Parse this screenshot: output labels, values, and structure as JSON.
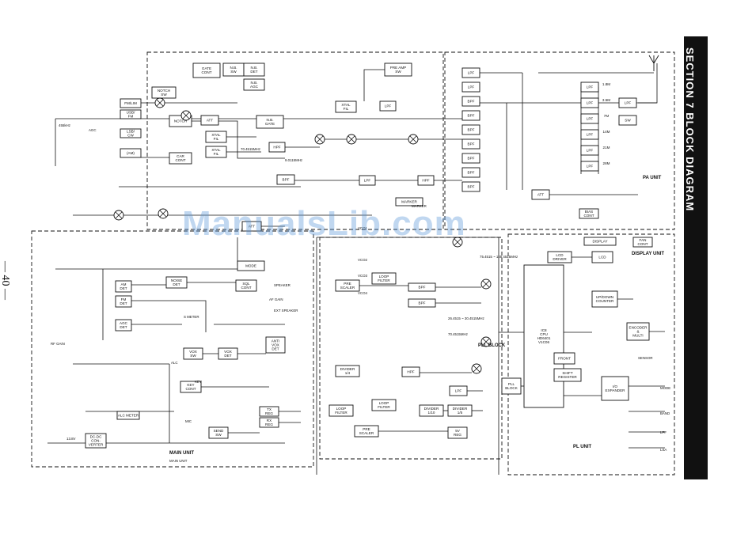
{
  "header": {
    "section_title": "SECTION 7 BLOCK DIAGRAM",
    "page_number": "— 40 —"
  },
  "watermark": "ManualsLib.com",
  "units": [
    {
      "id": "main",
      "label": "MAIN UNIT"
    },
    {
      "id": "pll",
      "label": "PLL BLOCK"
    },
    {
      "id": "pa",
      "label": "PA UNIT"
    },
    {
      "id": "pl",
      "label": "PL UNIT"
    },
    {
      "id": "display",
      "label": "DISPLAY UNIT"
    }
  ],
  "blocks": [
    {
      "id": "gate-cont",
      "lines": [
        "GATE",
        "CONT"
      ]
    },
    {
      "id": "nb-sw",
      "lines": [
        "N.B.",
        "SW"
      ]
    },
    {
      "id": "nb-det",
      "lines": [
        "N.B.",
        "DET"
      ]
    },
    {
      "id": "nb-agc",
      "lines": [
        "N.B.",
        "AGC"
      ]
    },
    {
      "id": "notch-sw",
      "lines": [
        "NOTCH",
        "SW"
      ]
    },
    {
      "id": "pre-amp-sw",
      "lines": [
        "PRE AMP",
        "SW"
      ]
    },
    {
      "id": "nb-gate",
      "lines": [
        "N.B.",
        "GATE"
      ]
    },
    {
      "id": "fm-lim",
      "lines": [
        "FM/LIM"
      ]
    },
    {
      "id": "usb-filter",
      "lines": [
        "USB/",
        "FM"
      ]
    },
    {
      "id": "lsb-filter",
      "lines": [
        "LSB/",
        "CW"
      ]
    },
    {
      "id": "cw-filter",
      "lines": [
        "(AM)"
      ]
    },
    {
      "id": "notch",
      "lines": [
        "NOTCH"
      ]
    },
    {
      "id": "car-cont",
      "lines": [
        "CAR",
        "CONT"
      ]
    },
    {
      "id": "att-1",
      "lines": [
        "ATT"
      ]
    },
    {
      "id": "xtal-fil-1",
      "lines": [
        "XTAL",
        "FIL"
      ]
    },
    {
      "id": "xtal-fil-2",
      "lines": [
        "XTAL",
        "FIL"
      ]
    },
    {
      "id": "xtal-fil-3",
      "lines": [
        "XTAL",
        "FIL"
      ]
    },
    {
      "id": "lpf-rx",
      "lines": [
        "LPF"
      ]
    },
    {
      "id": "bpf-rx",
      "lines": [
        "BPF"
      ]
    },
    {
      "id": "hpf-1",
      "lines": [
        "HPF"
      ]
    },
    {
      "id": "lpf-tx",
      "lines": [
        "LPF"
      ]
    },
    {
      "id": "hpf-2",
      "lines": [
        "HPF"
      ]
    },
    {
      "id": "att-main",
      "lines": [
        "ATT"
      ]
    },
    {
      "id": "marker",
      "lines": [
        "MARKER"
      ]
    },
    {
      "id": "mode",
      "lines": [
        "MODE"
      ]
    },
    {
      "id": "am-det",
      "lines": [
        "AM",
        "DET"
      ]
    },
    {
      "id": "fm-det",
      "lines": [
        "FM",
        "DET"
      ]
    },
    {
      "id": "noise-det",
      "lines": [
        "NOISE",
        "DET"
      ]
    },
    {
      "id": "sql-cont",
      "lines": [
        "SQL",
        "CONT"
      ]
    },
    {
      "id": "agc-det",
      "lines": [
        "AGC",
        "DET"
      ]
    },
    {
      "id": "vox-sw",
      "lines": [
        "VOX",
        "SW"
      ]
    },
    {
      "id": "vox-det",
      "lines": [
        "VOX",
        "DET"
      ]
    },
    {
      "id": "anti-vox-det",
      "lines": [
        "ANTI",
        "VOX",
        "DET"
      ]
    },
    {
      "id": "key-cont",
      "lines": [
        "KEY",
        "CONT"
      ]
    },
    {
      "id": "send-sw",
      "lines": [
        "SEND",
        "SW"
      ]
    },
    {
      "id": "tx-reg",
      "lines": [
        "TX",
        "REG"
      ]
    },
    {
      "id": "rx-reg",
      "lines": [
        "RX",
        "REG"
      ]
    },
    {
      "id": "dc-dc",
      "lines": [
        "DC-DC",
        "CON-",
        "VERTER"
      ]
    },
    {
      "id": "alc-meter",
      "lines": [
        "ALC METER"
      ]
    },
    {
      "id": "loop-filter-1",
      "lines": [
        "LOOP",
        "FILTER"
      ]
    },
    {
      "id": "loop-filter-2",
      "lines": [
        "LOOP",
        "FILTER"
      ]
    },
    {
      "id": "loop-filter-3",
      "lines": [
        "LOOP",
        "FILTER"
      ]
    },
    {
      "id": "pre-scaler-1",
      "lines": [
        "PRE",
        "SCALER"
      ]
    },
    {
      "id": "pre-scaler-2",
      "lines": [
        "PRE",
        "SCALER"
      ]
    },
    {
      "id": "divider-1",
      "lines": [
        "DIVIDER",
        "1/10"
      ]
    },
    {
      "id": "divider-2",
      "lines": [
        "DIVIDER",
        "1/5"
      ]
    },
    {
      "id": "divider-3",
      "lines": [
        "DIVIDER",
        "1/4"
      ]
    },
    {
      "id": "sw-reg",
      "lines": [
        "5V",
        "REG"
      ]
    },
    {
      "id": "bpf-pll-1",
      "lines": [
        "BPF"
      ]
    },
    {
      "id": "bpf-pll-2",
      "lines": [
        "BPF"
      ]
    },
    {
      "id": "lpf-pll",
      "lines": [
        "LPF"
      ]
    },
    {
      "id": "hpf-pll",
      "lines": [
        "HPF"
      ]
    },
    {
      "id": "cpu",
      "lines": [
        "IC8",
        "CPU",
        "HD6401",
        "V1C06"
      ]
    },
    {
      "id": "pll-block",
      "lines": [
        "PLL",
        "BLOCK"
      ]
    },
    {
      "id": "front",
      "lines": [
        "FRONT"
      ]
    },
    {
      "id": "shift-register",
      "lines": [
        "SHIFT",
        "REGISTER"
      ]
    },
    {
      "id": "expander",
      "lines": [
        "I/O",
        "EXPANDER"
      ]
    },
    {
      "id": "up-down",
      "lines": [
        "UP/DOWN",
        "COUNTER"
      ]
    },
    {
      "id": "encoder",
      "lines": [
        "ENCODER",
        "&",
        "MULTI"
      ]
    },
    {
      "id": "lcd-driver",
      "lines": [
        "LCD",
        "DRIVER"
      ]
    },
    {
      "id": "lcd",
      "lines": [
        "LCD"
      ]
    },
    {
      "id": "display",
      "lines": [
        "DISPLAY"
      ]
    },
    {
      "id": "bias-cont",
      "lines": [
        "BIAS",
        "CONT"
      ]
    },
    {
      "id": "fan-cont",
      "lines": [
        "FAN",
        "CONT"
      ]
    },
    {
      "id": "att-pa",
      "lines": [
        "ATT"
      ]
    },
    {
      "id": "lpf-pa",
      "lines": [
        "LPF"
      ]
    },
    {
      "id": "sw-pa",
      "lines": [
        "SW"
      ]
    }
  ],
  "pa_filters": [
    "1.8M",
    "3.5M",
    "7M",
    "14M",
    "21M",
    "28M"
  ],
  "pll_outputs": [
    "75.4515 ~ 105.4515MHz",
    "26.4515 ~ 30.4515MHz",
    "70.4515MHz"
  ],
  "signals": [
    "MODE",
    "BAND",
    "LPF",
    "LSA",
    "SENSOR",
    "13.8V",
    "MAIN UNIT"
  ],
  "labels": [
    "AGC",
    "455kHz",
    "70.4515MHz",
    "9.0115MHz",
    "MARKER",
    "S METER",
    "AF GAIN",
    "RF GAIN",
    "SPEAKER",
    "EXT SPEAKER",
    "KEY",
    "MIC",
    "ALC",
    "VCO1",
    "VCO2",
    "VCO3",
    "VCO4"
  ]
}
